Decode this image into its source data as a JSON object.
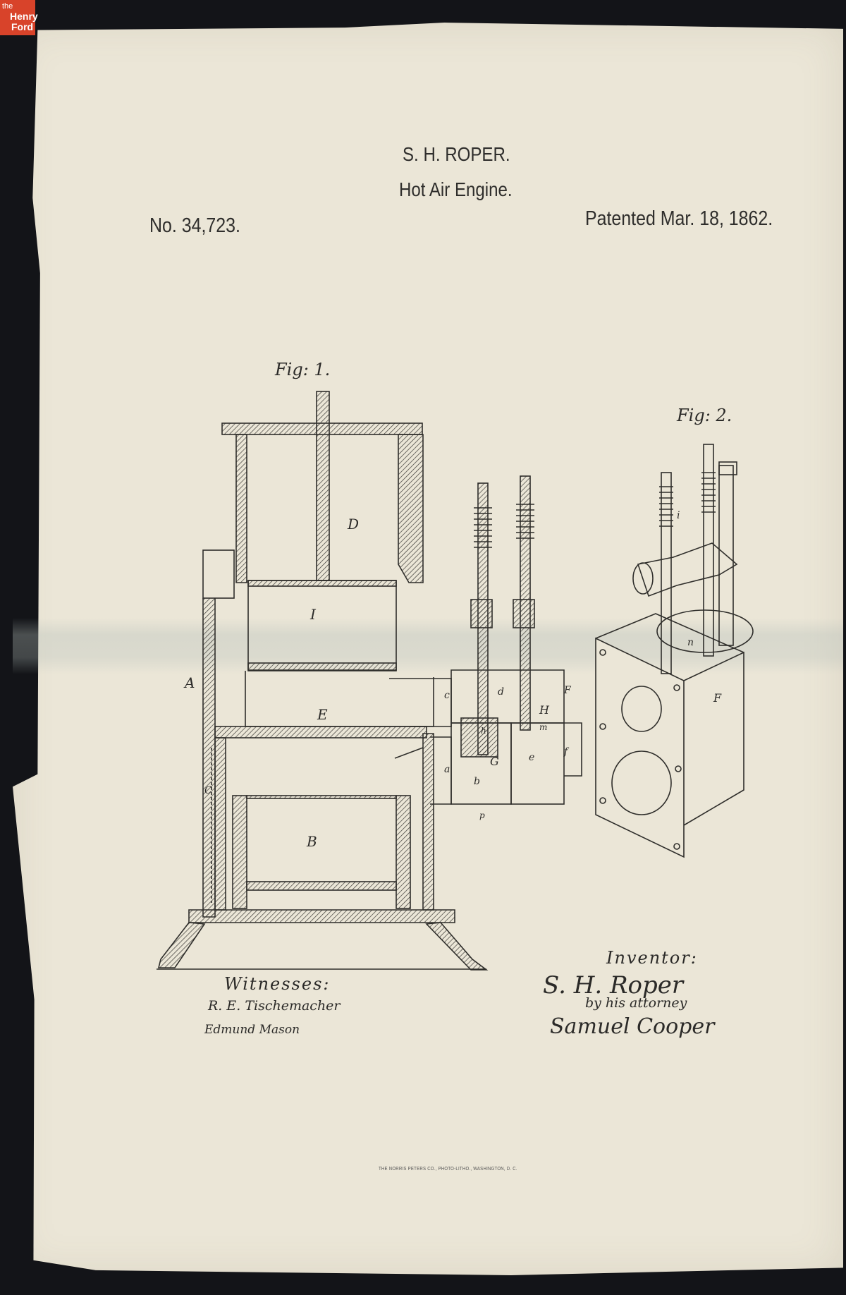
{
  "logo": {
    "line1": "the",
    "line2": "Henry",
    "line3": "Ford"
  },
  "patent": {
    "inventor_name": "S. H. ROPER.",
    "title": "Hot Air Engine.",
    "number": "No. 34,723.",
    "date": "Patented Mar. 18, 1862."
  },
  "figures": {
    "fig1_label": "Fig: 1.",
    "fig2_label": "Fig: 2."
  },
  "signatures": {
    "witnesses_label": "Witnesses:",
    "witness_1": "R. E. Tischemacher",
    "witness_2": "Edmund Mason",
    "inventor_label": "Inventor:",
    "inventor_signature": "S. H. Roper",
    "by_attorney": "by his attorney",
    "attorney": "Samuel Cooper"
  },
  "imprint": "THE NORRIS PETERS CO., PHOTO-LITHO., WASHINGTON, D. C.",
  "drawing_letters": {
    "D": "D",
    "I": "I",
    "A": "A",
    "E": "E",
    "B": "B",
    "C": "C",
    "a": "a",
    "b": "b",
    "c": "c",
    "d": "d",
    "e": "e",
    "f": "f",
    "G": "G",
    "H": "H",
    "F": "F",
    "m": "m",
    "h": "h",
    "n": "n",
    "i": "i",
    "p": "p"
  }
}
